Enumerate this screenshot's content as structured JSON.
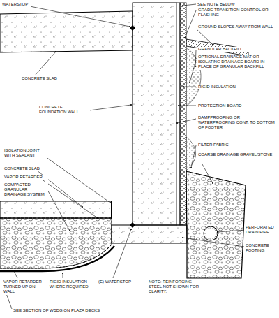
{
  "diagram": {
    "labels": [
      "WATERSTOP",
      "SEE NOTE BELOW",
      "GRADE TRANSITION CONTROL OR FLASHING",
      "GROUND SLOPES AWAY FROM WALL",
      "GRANULAR BACKFILL",
      "OPTIONAL DRAINAGE MAT OR ISOLATING DRAINAGE BOARD IN PLACE OF GRANULAR BACKFILL",
      "RIGID INSULATION",
      "PROTECTION BOARD",
      "DAMPPROOFING OR WATERPROOFING CONT. TO BOTTOM OF FOOTER",
      "FILTER FABRIC",
      "COARSE DRAINAGE GRAVEL/STONE",
      "PERFORATED DRAIN PIPE",
      "CONCRETE FOOTING",
      "CONCRETE SLAB",
      "CONCRETE FOUNDATION WALL",
      "ISOLATION JOINT WITH SEALANT",
      "CONCRETE SLAB",
      "VAPOR RETARDER",
      "COMPACTED GRANULAR DRAINAGE SYSTEM",
      "VAPOR RETARDER TURNED UP ON WALL",
      "RIGID INSULATION WHERE REQUIRED",
      "(E) WATERSTOP",
      "NOTE: REINFORCING STEEL NOT SHOWN FOR CLARITY.",
      "SEE SECTION OF WBDG ON PLAZA DECKS"
    ]
  }
}
